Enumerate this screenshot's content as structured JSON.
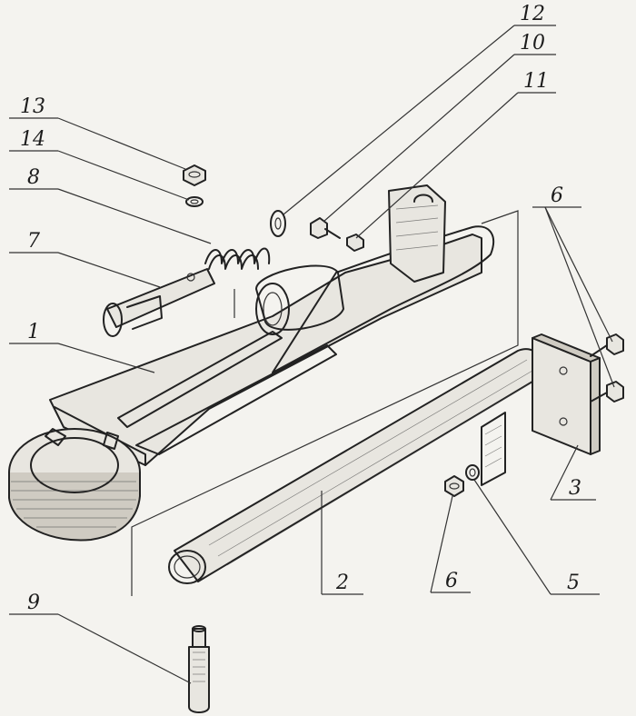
{
  "diagram": {
    "callouts": [
      {
        "id": "c12",
        "text": "12"
      },
      {
        "id": "c10",
        "text": "10"
      },
      {
        "id": "c11",
        "text": "11"
      },
      {
        "id": "c13",
        "text": "13"
      },
      {
        "id": "c14",
        "text": "14"
      },
      {
        "id": "c8",
        "text": "8"
      },
      {
        "id": "c7",
        "text": "7"
      },
      {
        "id": "c1",
        "text": "1"
      },
      {
        "id": "c6a",
        "text": "6"
      },
      {
        "id": "c3",
        "text": "3"
      },
      {
        "id": "c2",
        "text": "2"
      },
      {
        "id": "c6b",
        "text": "6"
      },
      {
        "id": "c5",
        "text": "5"
      },
      {
        "id": "c9",
        "text": "9"
      }
    ]
  }
}
